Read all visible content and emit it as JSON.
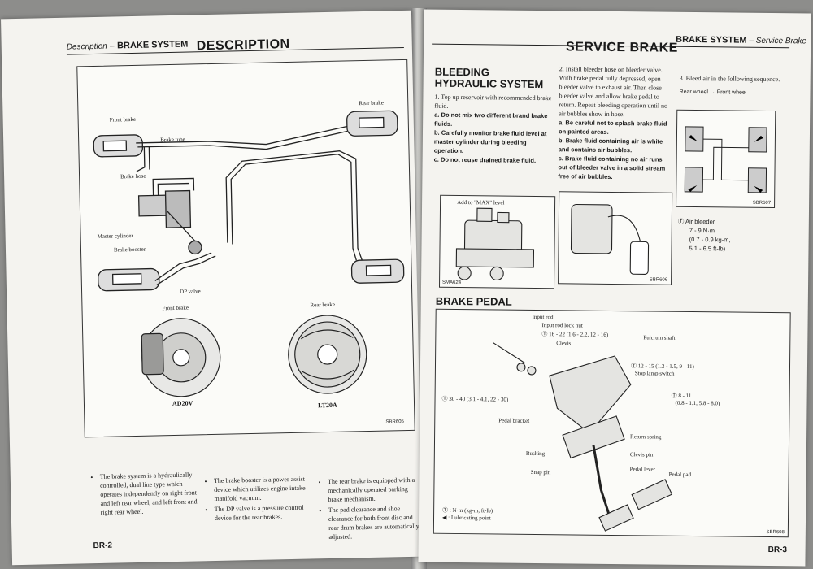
{
  "left_page": {
    "header": {
      "section": "Description",
      "separator": " – ",
      "chapter": "BRAKE SYSTEM"
    },
    "title": "DESCRIPTION",
    "diagram": {
      "labels": {
        "front_brake": "Front brake",
        "brake_tube": "Brake tube",
        "brake_hose": "Brake hose",
        "rear_brake": "Rear brake",
        "master_cylinder": "Master cylinder",
        "brake_booster": "Brake booster",
        "dp_valve": "DP valve",
        "front_brake_detail": "Front brake",
        "rear_brake_detail": "Rear brake",
        "front_model": "AD20V",
        "rear_model": "LT20A"
      },
      "figure_id": "SBR605"
    },
    "bullets": [
      [
        "The brake system is a hydraulically controlled, dual line type which operates independently on right front and left rear wheel, and left front and right rear wheel."
      ],
      [
        "The brake booster is a power assist device which utilizes engine intake manifold vacuum.",
        "The DP valve is a pressure control device for the rear brakes."
      ],
      [
        "The rear brake is equipped with a mechanically operated parking brake mechanism.",
        "The pad clearance and shoe clearance for both front disc and rear drum brakes are automatically adjusted."
      ]
    ],
    "page_number": "BR-2"
  },
  "right_page": {
    "header": {
      "chapter": "BRAKE SYSTEM",
      "separator": "– ",
      "section": "Service Brake"
    },
    "title": "SERVICE BRAKE",
    "bleeding": {
      "title_line1": "BLEEDING",
      "title_line2": "HYDRAULIC SYSTEM",
      "step1": "1. Top up reservoir with recommended brake fluid.",
      "step1_notes": [
        "a. Do not mix two different brand brake fluids.",
        "b. Carefully monitor brake fluid level at master cylinder during bleeding operation.",
        "c. Do not reuse drained brake fluid."
      ],
      "step2": "2. Install bleeder hose on bleeder valve. With brake pedal fully depressed, open bleeder valve to exhaust air. Then close bleeder valve and allow brake pedal to return. Repeat bleeding operation until no air bubbles show in hose.",
      "step2_notes": [
        "a. Be careful not to splash brake fluid on painted areas.",
        "b. Brake fluid containing air is white and contains air bubbles.",
        "c. Brake fluid containing no air runs out of bleeder valve in a solid stream free of air bubbles."
      ],
      "step3": "3. Bleed air in the following sequence.",
      "sequence": "Rear wheel → Front wheel",
      "fig_reservoir_label": "Add to \"MAX\" level",
      "fig_reservoir_id": "SMA624",
      "fig_bleeder_id": "SBR606",
      "fig_sequence_id": "SBR607",
      "air_bleeder_label": "Air bleeder",
      "air_bleeder_torque": [
        "7 - 9 N·m",
        "(0.7 - 0.9 kg-m,",
        "5.1 - 6.5 ft-lb)"
      ]
    },
    "brake_pedal": {
      "title": "BRAKE PEDAL",
      "labels": {
        "input_rod": "Input rod",
        "input_rod_lock_nut": "Input rod lock nut",
        "torque1": "16 - 22 (1.6 - 2.2, 12 - 16)",
        "clevis": "Clevis",
        "fulcrum_shaft": "Fulcrum shaft",
        "torque2": "12 - 15 (1.2 - 1.5, 9 - 11)",
        "stop_lamp_switch": "Stop lamp switch",
        "torque3": "30 - 40 (3.1 - 4.1, 22 - 30)",
        "torque4": "8 - 11",
        "torque4b": "(0.8 - 1.1, 5.8 - 8.0)",
        "pedal_bracket": "Pedal bracket",
        "return_spring": "Return spring",
        "bushing": "Bushing",
        "clevis_pin": "Clevis pin",
        "snap_pin": "Snap pin",
        "pedal_lever": "Pedal lever",
        "pedal_pad": "Pedal pad",
        "legend_torque": ": N·m (kg-m, ft-lb)",
        "legend_lube": ": Lubricating point"
      },
      "figure_id": "SBR608"
    },
    "page_number": "BR-3"
  }
}
